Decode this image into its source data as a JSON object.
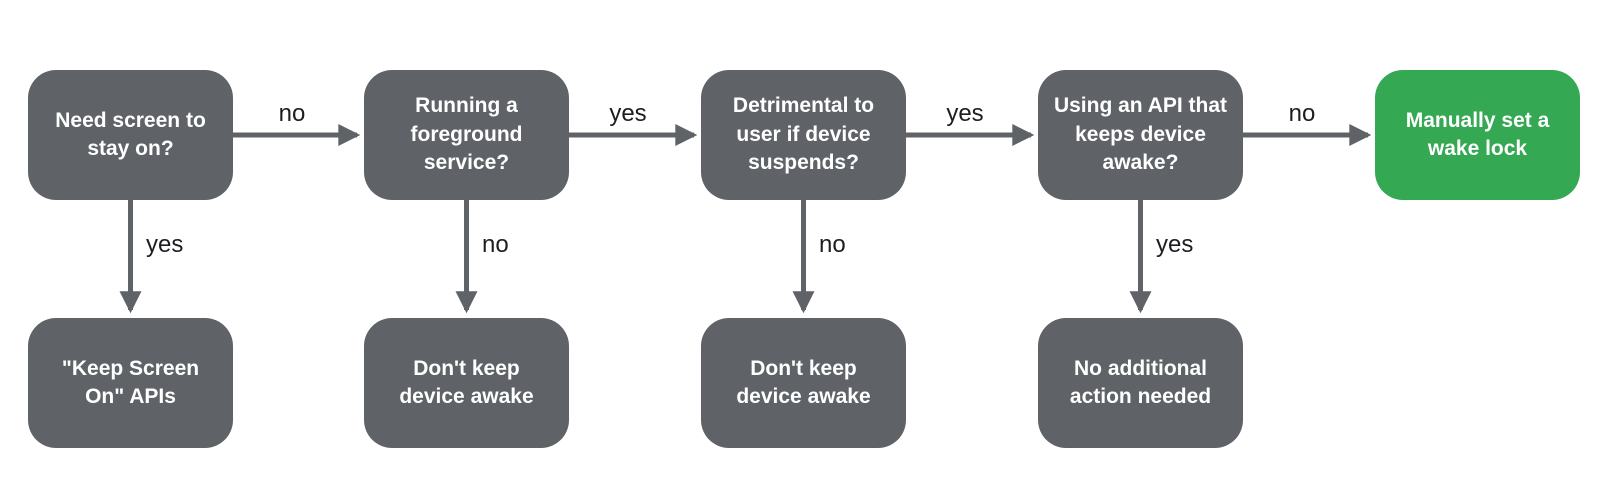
{
  "diagram": {
    "nodes": {
      "need_screen": {
        "label": "Need screen to stay on?"
      },
      "keep_screen_apis": {
        "label": "\"Keep Screen On\" APIs"
      },
      "foreground_service": {
        "label": "Running a foreground service?"
      },
      "dont_keep_awake_1": {
        "label": "Don't keep device awake"
      },
      "detrimental_suspend": {
        "label": "Detrimental to user if device suspends?"
      },
      "dont_keep_awake_2": {
        "label": "Don't keep device awake"
      },
      "api_keeps_awake": {
        "label": "Using an API that keeps device awake?"
      },
      "no_action_needed": {
        "label": "No additional action needed"
      },
      "set_wake_lock": {
        "label": "Manually set a wake lock"
      }
    },
    "edges": {
      "need_screen_to_foreground": {
        "label": "no"
      },
      "need_screen_to_keep_screen_apis": {
        "label": "yes"
      },
      "foreground_to_detrimental": {
        "label": "yes"
      },
      "foreground_to_dont_keep_1": {
        "label": "no"
      },
      "detrimental_to_api": {
        "label": "yes"
      },
      "detrimental_to_dont_keep_2": {
        "label": "no"
      },
      "api_to_wake_lock": {
        "label": "no"
      },
      "api_to_no_action": {
        "label": "yes"
      }
    },
    "colors": {
      "node_fill": "#5f6368",
      "success_node_fill": "#34a853",
      "node_text": "#ffffff",
      "arrow": "#5f6368",
      "edge_label_text": "#1c1e21",
      "background": "#ffffff"
    }
  }
}
